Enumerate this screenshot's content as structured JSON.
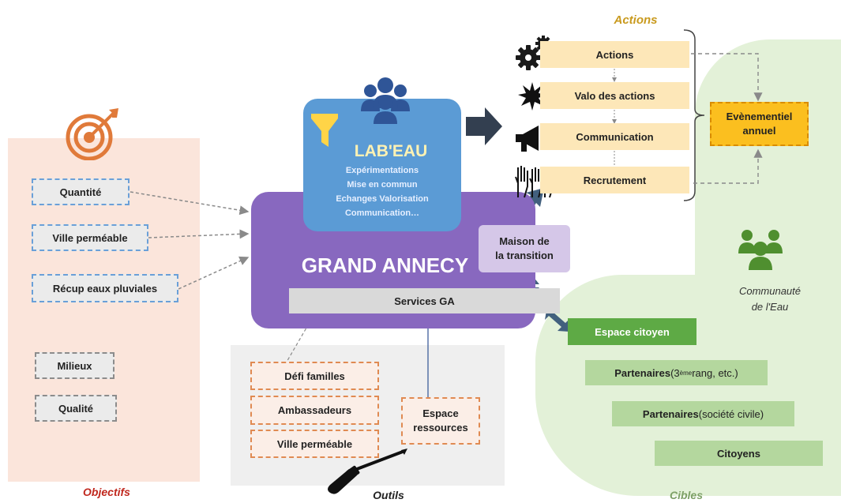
{
  "colors": {
    "objectifs_bg": "#fbe5db",
    "cibles_bg": "#e3f1d8",
    "grand_annecy": "#8868bf",
    "labeau": "#5b9bd5",
    "maison": "#d5c7e8",
    "action_box": "#fde7b8",
    "evenementiel": "#fbbf1f",
    "espace_citoyen": "#5eaa45",
    "cible_box": "#b4d79e"
  },
  "headers": {
    "actions": "Actions",
    "objectifs": "Objectifs",
    "outils": "Outils",
    "cibles": "Cibles"
  },
  "objectifs": {
    "items": [
      "Quantité",
      "Ville perméable",
      "Récup eaux pluviales",
      "Milieux",
      "Qualité"
    ]
  },
  "labeau": {
    "title": "LAB'EAU",
    "lines": [
      "Expérimentations",
      "Mise en commun",
      "Echanges Valorisation",
      "Communication…"
    ]
  },
  "grand_annecy": {
    "title": "GRAND ANNECY",
    "services": "Services GA"
  },
  "maison": {
    "line1": "Maison de",
    "line2": "la transition"
  },
  "actions": {
    "items": [
      "Actions",
      "Valo des actions",
      "Communication",
      "Recrutement"
    ]
  },
  "evenementiel": {
    "line1": "Evènementiel",
    "line2": "annuel"
  },
  "outils": {
    "items": [
      "Défi familles",
      "Ambassadeurs",
      "Ville perméable"
    ],
    "espace_line1": "Espace",
    "espace_line2": "ressources"
  },
  "communaute": {
    "line1": "Communauté",
    "line2": "de l'Eau"
  },
  "cibles": {
    "espace_citoyen": "Espace citoyen",
    "partenaires1_bold": "Partenaires",
    "partenaires1_prefix": " (3",
    "partenaires1_sup": "ème",
    "partenaires1_suffix": " rang, etc.)",
    "partenaires2_bold": "Partenaires",
    "partenaires2_rest": " (société civile)",
    "citoyens": "Citoyens"
  },
  "icons": {
    "target": "target-icon",
    "people_labeau": "people-icon",
    "funnel": "funnel-icon",
    "people_communaute": "people-icon",
    "gears": "gears-icon",
    "burst": "burst-icon",
    "megaphone": "megaphone-icon",
    "hands": "raised-hands-icon",
    "screwdriver": "screwdriver-icon"
  }
}
